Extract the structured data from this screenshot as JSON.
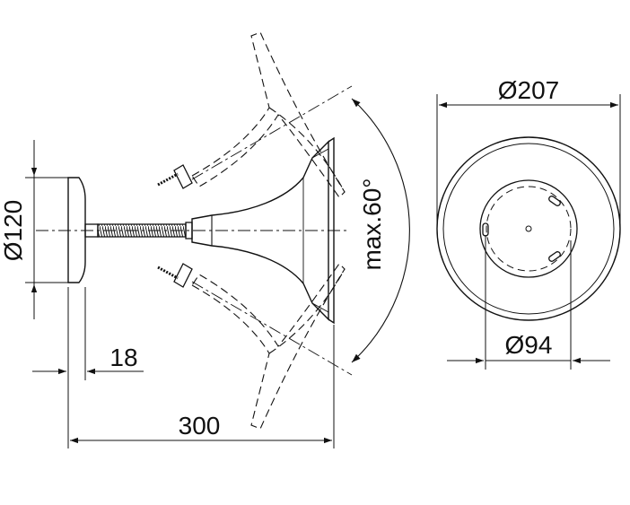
{
  "drawing": {
    "labels": {
      "dia_mount": "Ø120",
      "thickness": "18",
      "length": "300",
      "angle": "max.60°",
      "dia_outer": "Ø207",
      "dia_inner": "Ø94"
    }
  }
}
